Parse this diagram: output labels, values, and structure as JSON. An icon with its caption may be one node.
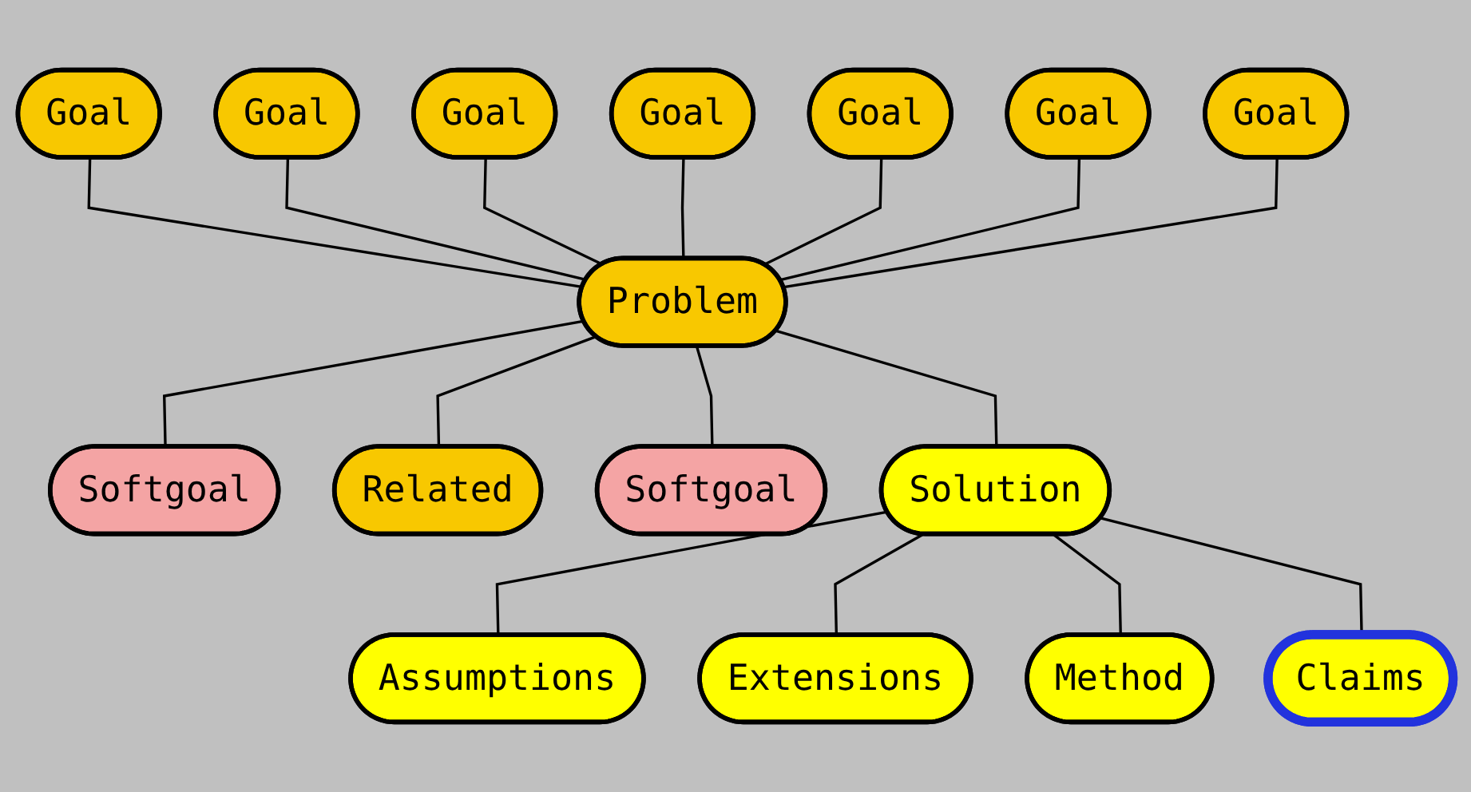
{
  "diagram": {
    "nodes": [
      {
        "text": [
          "Goal"
        ]
      },
      {
        "text": [
          "Goal"
        ]
      },
      {
        "text": [
          "Goal"
        ]
      },
      {
        "text": [
          "Goal"
        ]
      },
      {
        "text": [
          "Goal"
        ]
      },
      {
        "text": [
          "Goal"
        ]
      },
      {
        "text": [
          "Goal"
        ]
      },
      {
        "text": [
          "Softgoal"
        ]
      },
      {
        "text": [
          "Related"
        ]
      },
      {
        "text": [
          "Problem"
        ]
      },
      {
        "text": [
          "Softgoal"
        ]
      },
      {
        "text": [
          "Solution"
        ]
      },
      {
        "text": [
          "Assumptions"
        ]
      },
      {
        "text": [
          "Extensions"
        ]
      },
      {
        "text": [
          "Method"
        ]
      },
      {
        "text": [
          "Claims"
        ]
      }
    ],
    "edges": [
      {
        "from": 0,
        "to": 9,
        "arrow": "none"
      },
      {
        "from": 1,
        "to": 9,
        "arrow": "none"
      },
      {
        "from": 2,
        "to": 9,
        "arrow": "none"
      },
      {
        "from": 3,
        "to": 9,
        "arrow": "none"
      },
      {
        "from": 4,
        "to": 9,
        "arrow": "none"
      },
      {
        "from": 5,
        "to": 9,
        "arrow": "none"
      },
      {
        "from": 6,
        "to": 9,
        "arrow": "none"
      },
      {
        "from": 9,
        "to": 8,
        "arrow": "none"
      },
      {
        "from": 9,
        "to": 11,
        "arrow": "none"
      },
      {
        "from": 9,
        "to": 7,
        "arrow": "none"
      },
      {
        "from": 9,
        "to": 10,
        "arrow": "none"
      },
      {
        "from": 11,
        "to": 12,
        "arrow": "none"
      },
      {
        "from": 11,
        "to": 13,
        "arrow": "none"
      },
      {
        "from": 11,
        "to": 14,
        "arrow": "none"
      },
      {
        "from": 11,
        "to": 15,
        "arrow": "none"
      }
    ]
  }
}
